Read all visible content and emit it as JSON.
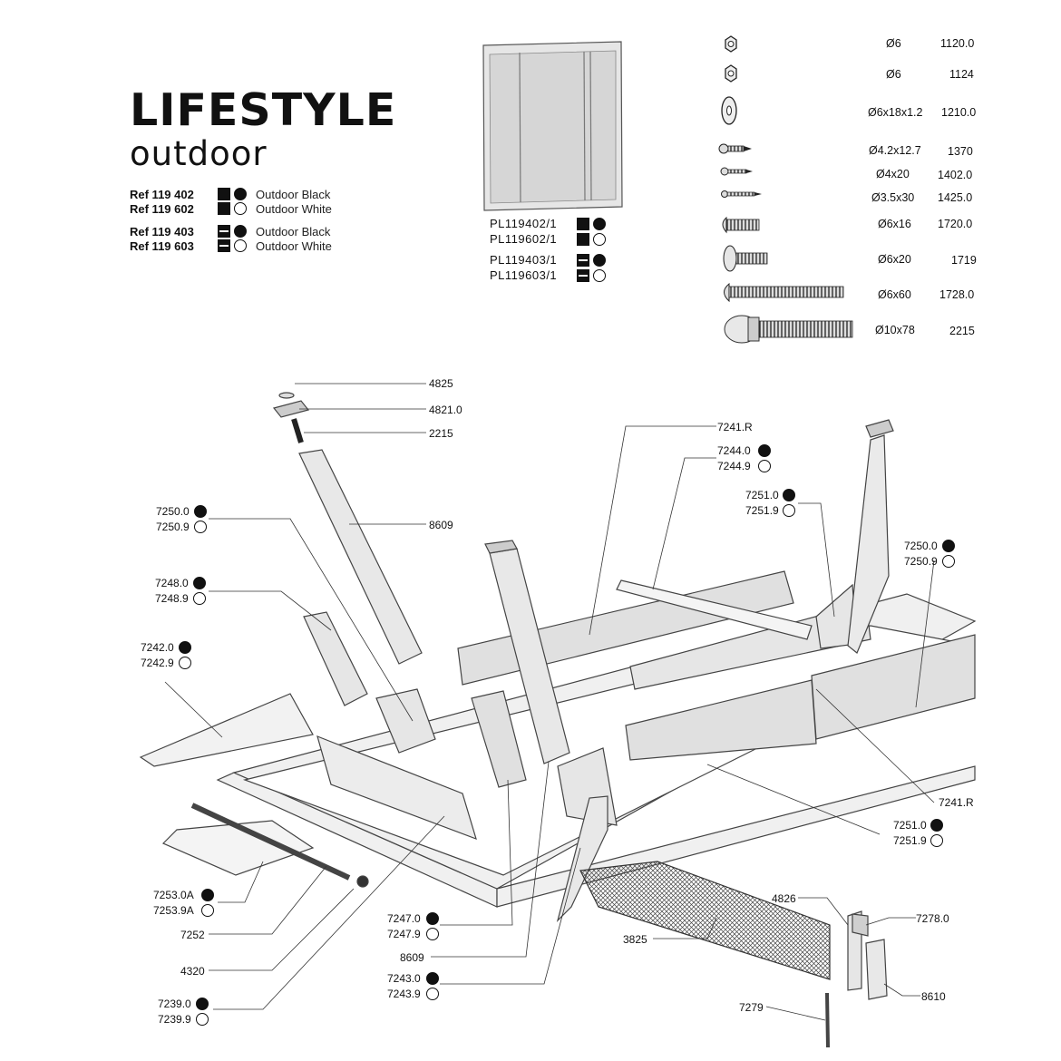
{
  "brand": {
    "line1": "LIFESTYLE",
    "line2": "outdoor"
  },
  "refs": [
    {
      "code": "Ref 119 402",
      "square": "solid",
      "dot": "filled",
      "color": "Outdoor Black"
    },
    {
      "code": "Ref 119 602",
      "square": "solid",
      "dot": "open",
      "color": "Outdoor White"
    },
    {
      "code": "Ref 119 403",
      "square": "lined",
      "dot": "filled",
      "color": "Outdoor Black"
    },
    {
      "code": "Ref 119 603",
      "square": "lined",
      "dot": "open",
      "color": "Outdoor White"
    }
  ],
  "panel_codes": [
    {
      "code": "PL119402/1",
      "square": "solid",
      "dot": "filled"
    },
    {
      "code": "PL119602/1",
      "square": "solid",
      "dot": "open"
    },
    {
      "code": "PL119403/1",
      "square": "lined",
      "dot": "filled"
    },
    {
      "code": "PL119603/1",
      "square": "lined",
      "dot": "open"
    }
  ],
  "hardware": [
    {
      "icon": "nut-icon",
      "size": "Ø6",
      "ref": "1120.0"
    },
    {
      "icon": "lock-nut-icon",
      "size": "Ø6",
      "ref": "1124"
    },
    {
      "icon": "washer-icon",
      "size": "Ø6x18x1.2",
      "ref": "1210.0"
    },
    {
      "icon": "short-screw-icon",
      "size": "Ø4.2x12.7",
      "ref": "1370"
    },
    {
      "icon": "screw-icon",
      "size": "Ø4x20",
      "ref": "1402.0"
    },
    {
      "icon": "screw-icon",
      "size": "Ø3.5x30",
      "ref": "1425.0"
    },
    {
      "icon": "bolt-icon",
      "size": "Ø6x16",
      "ref": "1720.0"
    },
    {
      "icon": "bolt-icon",
      "size": "Ø6x20",
      "ref": "1719"
    },
    {
      "icon": "long-bolt-icon",
      "size": "Ø6x60",
      "ref": "1728.0"
    },
    {
      "icon": "leveling-foot-bolt-icon",
      "size": "Ø10x78",
      "ref": "2215"
    }
  ],
  "part_labels": [
    {
      "text": "4825"
    },
    {
      "text": "4821.0"
    },
    {
      "text": "2215"
    },
    {
      "text": "8609"
    },
    {
      "text": "7241.R"
    },
    {
      "text": "7244.0",
      "dot": "filled"
    },
    {
      "text": "7244.9",
      "dot": "open"
    },
    {
      "text": "7251.0",
      "dot": "filled"
    },
    {
      "text": "7251.9",
      "dot": "open"
    },
    {
      "text": "7250.0",
      "dot": "filled"
    },
    {
      "text": "7250.9",
      "dot": "open"
    },
    {
      "text": "7250.0",
      "dot": "filled"
    },
    {
      "text": "7250.9",
      "dot": "open"
    },
    {
      "text": "7248.0",
      "dot": "filled"
    },
    {
      "text": "7248.9",
      "dot": "open"
    },
    {
      "text": "7242.0",
      "dot": "filled"
    },
    {
      "text": "7242.9",
      "dot": "open"
    },
    {
      "text": "7241.R"
    },
    {
      "text": "7251.0",
      "dot": "filled"
    },
    {
      "text": "7251.9",
      "dot": "open"
    },
    {
      "text": "7253.0A",
      "dot": "filled"
    },
    {
      "text": "7253.9A",
      "dot": "open"
    },
    {
      "text": "7252"
    },
    {
      "text": "4320"
    },
    {
      "text": "7239.0",
      "dot": "filled"
    },
    {
      "text": "7239.9",
      "dot": "open"
    },
    {
      "text": "7247.0",
      "dot": "filled"
    },
    {
      "text": "7247.9",
      "dot": "open"
    },
    {
      "text": "8609"
    },
    {
      "text": "7243.0",
      "dot": "filled"
    },
    {
      "text": "7243.9",
      "dot": "open"
    },
    {
      "text": "3825"
    },
    {
      "text": "4826"
    },
    {
      "text": "7278.0"
    },
    {
      "text": "8610"
    },
    {
      "text": "7279"
    }
  ]
}
